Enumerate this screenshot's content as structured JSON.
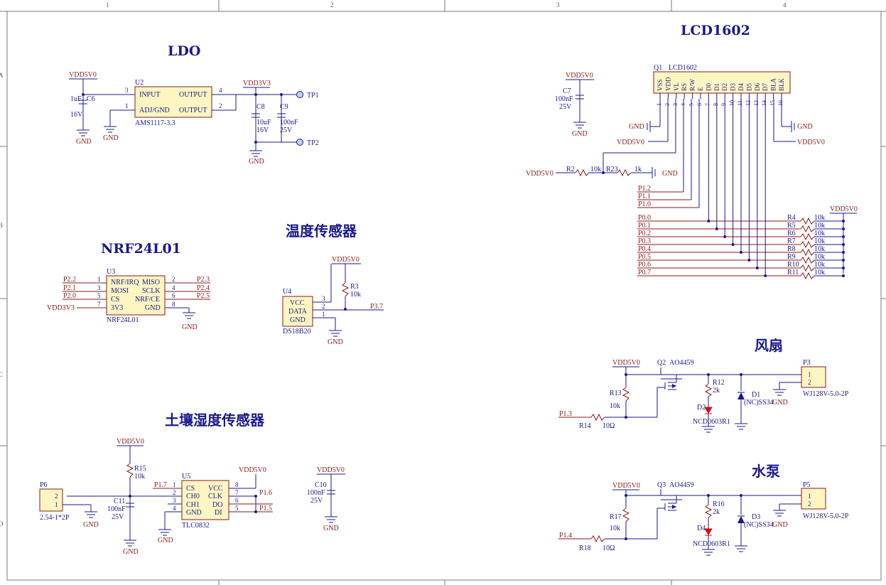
{
  "frame": {
    "columns": [
      "1",
      "2",
      "3",
      "4"
    ],
    "rows": [
      "A",
      "B",
      "C",
      "D"
    ]
  },
  "sections": {
    "ldo": "LDO",
    "nrf": "NRF24L01",
    "temp": "温度传感器",
    "soil": "土壤湿度传感器",
    "lcd": "LCD1602",
    "fan": "风扇",
    "pump": "水泵"
  },
  "nets": {
    "vdd5": "VDD5V0",
    "vdd3": "VDD3V3",
    "gnd": "GND",
    "tp1": "TP1",
    "tp2": "TP2",
    "p22": "P2.2",
    "p21": "P2.1",
    "p20": "P2.0",
    "p23": "P2.3",
    "p24": "P2.4",
    "p25": "P2.5",
    "p37": "P3.7",
    "p17": "P1.7",
    "p16": "P1.6",
    "p15": "P1.5",
    "p12": "P1.2",
    "p11": "P1.1",
    "p10": "P1.0",
    "p13": "P1.3",
    "p14": "P1.4",
    "p0": [
      "P0.0",
      "P0.1",
      "P0.2",
      "P0.3",
      "P0.4",
      "P0.5",
      "P0.6",
      "P0.7"
    ]
  },
  "ldo": {
    "ref": "U2",
    "part": "AMS1117-3.3",
    "pins": [
      "INPUT",
      "ADJ/GND",
      "OUTPUT",
      "OUTPUT"
    ],
    "pin_nums": [
      "3",
      "1",
      "4",
      "2"
    ],
    "c6": {
      "ref": "C6",
      "value": "1uF",
      "volt": "16V"
    },
    "c8": {
      "ref": "C8",
      "value": "10uF",
      "volt": "16V"
    },
    "c9": {
      "ref": "C9",
      "value": "100nF",
      "volt": "25V"
    }
  },
  "nrf": {
    "ref": "U3",
    "part": "NRF24L01",
    "left_pins": [
      "NRF/IRQ",
      "MOSI",
      "CS",
      "3V3"
    ],
    "right_pins": [
      "MISO",
      "SCLK",
      "NRF/CE",
      "GND"
    ],
    "left_nums": [
      "1",
      "3",
      "5",
      "7"
    ],
    "right_nums": [
      "2",
      "4",
      "6",
      "8"
    ]
  },
  "temp": {
    "ref": "U4",
    "part": "DS18B20",
    "pins": [
      "VCC",
      "DATA",
      "GND"
    ],
    "pin_nums": [
      "3",
      "2",
      "1"
    ],
    "r3": {
      "ref": "R3",
      "value": "10k"
    }
  },
  "soil": {
    "ref": "U5",
    "part": "TLC0832",
    "left_pins": [
      "CS",
      "CH0",
      "CH1",
      "GND"
    ],
    "right_pins": [
      "VCC",
      "CLK",
      "DO",
      "DI"
    ],
    "left_nums": [
      "1",
      "2",
      "3",
      "4"
    ],
    "right_nums": [
      "8",
      "7",
      "6",
      "5"
    ],
    "r15": {
      "ref": "R15",
      "value": "10k"
    },
    "c11": {
      "ref": "C11",
      "value": "100nF",
      "volt": "25V"
    },
    "c10": {
      "ref": "C10",
      "value": "100nF",
      "volt": "25V"
    },
    "p6": {
      "ref": "P6",
      "part": "2.54-1*2P",
      "pins": [
        "2",
        "1"
      ]
    }
  },
  "lcd": {
    "ref": "Q1",
    "part": "LCD1602",
    "pins": [
      "VSS",
      "VDD",
      "VL",
      "RS",
      "R/W",
      "E",
      "D0",
      "D1",
      "D2",
      "D3",
      "D4",
      "D5",
      "D6",
      "D7",
      "BLA",
      "BLK"
    ],
    "pin_nums": [
      "1",
      "2",
      "3",
      "4",
      "5",
      "6",
      "7",
      "8",
      "9",
      "10",
      "11",
      "12",
      "13",
      "14",
      "15",
      "16"
    ],
    "c7": {
      "ref": "C7",
      "value": "100nF",
      "volt": "25V"
    },
    "r2": {
      "ref": "R2",
      "value": "10k"
    },
    "r23": {
      "ref": "R23",
      "value": "1k"
    },
    "pullups": [
      {
        "ref": "R4",
        "value": "10k"
      },
      {
        "ref": "R5",
        "value": "10k"
      },
      {
        "ref": "R6",
        "value": "10k"
      },
      {
        "ref": "R7",
        "value": "10k"
      },
      {
        "ref": "R8",
        "value": "10k"
      },
      {
        "ref": "R9",
        "value": "10k"
      },
      {
        "ref": "R10",
        "value": "10k"
      },
      {
        "ref": "R11",
        "value": "10k"
      }
    ]
  },
  "fan": {
    "q": {
      "ref": "Q2",
      "part": "AO4459"
    },
    "r13": {
      "ref": "R13",
      "value": "10k"
    },
    "r14": {
      "ref": "R14",
      "value": "10Ω"
    },
    "r12": {
      "ref": "R12",
      "value": "2k"
    },
    "led": {
      "ref": "D2",
      "part": "NCD0603R1"
    },
    "diode": {
      "ref": "D1",
      "part": "(NC)SS34"
    },
    "conn": {
      "ref": "P3",
      "part": "WJ128V-5.0-2P",
      "pins": [
        "1",
        "2"
      ]
    }
  },
  "pump": {
    "q": {
      "ref": "Q3",
      "part": "AO4459"
    },
    "r17": {
      "ref": "R17",
      "value": "10k"
    },
    "r18": {
      "ref": "R18",
      "value": "10Ω"
    },
    "r16": {
      "ref": "R16",
      "value": "2k"
    },
    "led": {
      "ref": "D4",
      "part": "NCD0603R1"
    },
    "diode": {
      "ref": "D3",
      "part": "(NC)SS34"
    },
    "conn": {
      "ref": "P5",
      "part": "WJ128V-5.0-2P",
      "pins": [
        "1",
        "2"
      ]
    }
  }
}
